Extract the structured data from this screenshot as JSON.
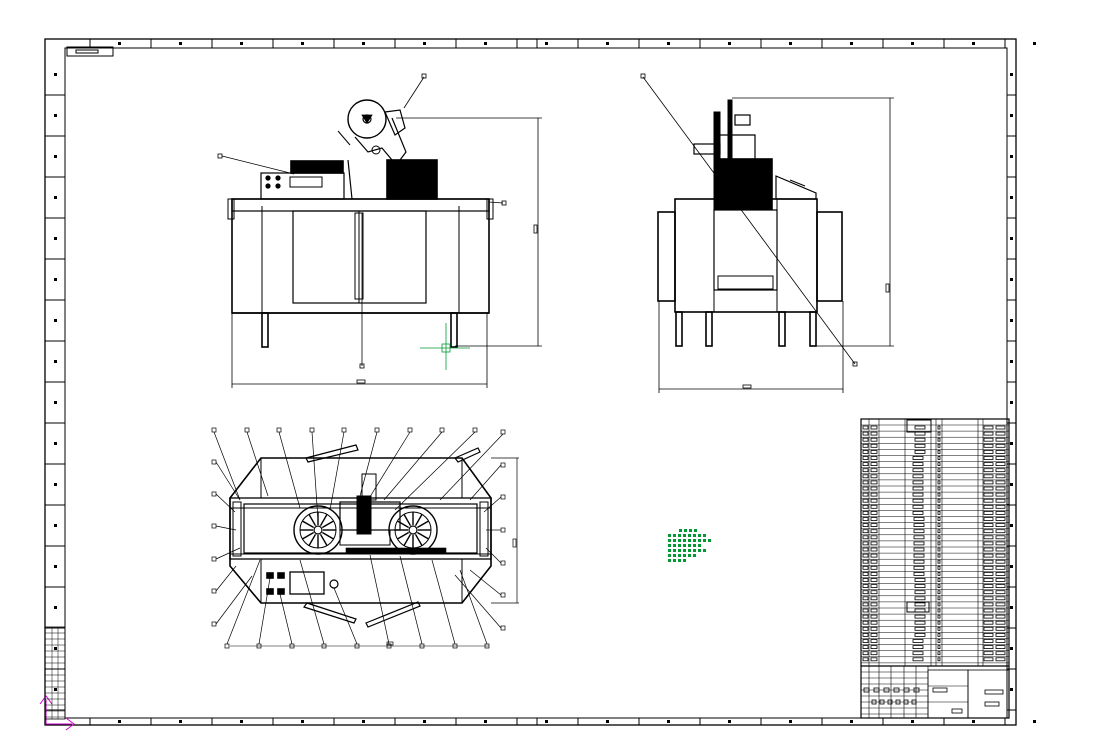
{
  "drawing": {
    "background": "#ffffff",
    "line_color": "#000000",
    "highlight_color": "#009933",
    "ucs_color": "#cc00cc",
    "views": [
      "front-view",
      "side-view",
      "plan-view"
    ],
    "cursor_marker": "crosshair",
    "title_block": {
      "rows": 40,
      "cols": 8
    }
  }
}
